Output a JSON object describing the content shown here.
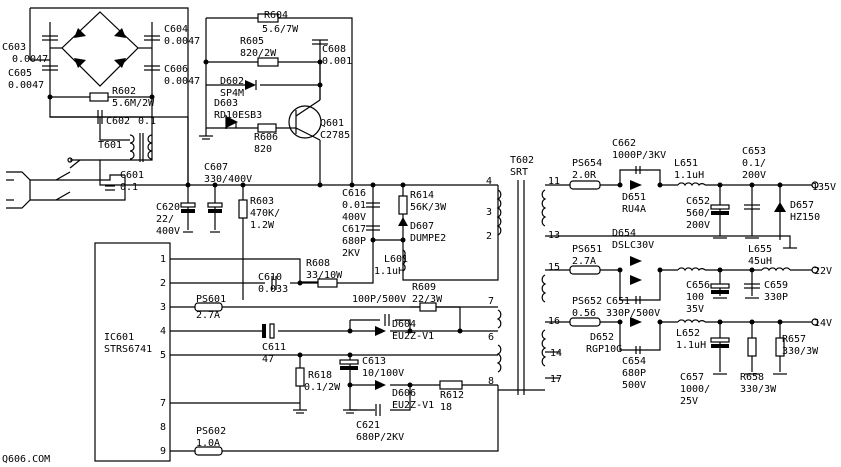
{
  "labels": {
    "C603": "C603",
    "C603v": "0.0047",
    "C605": "C605",
    "C605v": "0.0047",
    "C604": "C604",
    "C604v": "0.0047",
    "C606": "C606",
    "C606v": "0.0047",
    "R604": "R604",
    "R604v": "5.6/7W",
    "R605": "R605",
    "R605v": "820/2W",
    "C608": "C608",
    "C608v": "0.001",
    "D602": "D602",
    "D602v": "SP4M",
    "D603": "D603",
    "D603v": "RD10ESB3",
    "R606": "R606",
    "R606v": "820",
    "Q601": "Q601",
    "Q601v": "C2785",
    "R602": "R602",
    "R602v": "5.6M/2W",
    "C602": "C602",
    "C602v": "0.1",
    "T601": "T601",
    "C601": "C601",
    "C601v": "0.1",
    "C607": "C607",
    "C607v": "330/400V",
    "C620": "C620",
    "C620v1": "22/",
    "C620v2": "400V",
    "R603": "R603",
    "R603v1": "470K/",
    "R603v2": "1.2W",
    "C616": "C616",
    "C616v1": "0.01",
    "C616v2": "400V",
    "C617": "C617",
    "C617v1": "680P",
    "C617v2": "2KV",
    "R614": "R614",
    "R614v": "56K/3W",
    "D607": "D607",
    "D607v": "DUMPE2",
    "L601": "L601",
    "L601v": "1.1uH",
    "T602": "T602",
    "T602v": "SRT",
    "R608": "R608",
    "R608v": "33/10W",
    "C610": "C610",
    "C610v": "0.033",
    "PS601": "PS601",
    "PS601v": "2.7A",
    "C611": "C611",
    "C611v": "47",
    "C100": "100P/500V",
    "D604": "D604",
    "D604v": "EU2Z-V1",
    "R609": "R609",
    "R609v": "22/3W",
    "R618": "R618",
    "R618v": "0.1/2W",
    "C613": "C613",
    "C613v": "10/100V",
    "D606": "D606",
    "D606v": "EU2Z-V1",
    "R612": "R612",
    "R612v": "18",
    "C621": "C621",
    "C621v": "680P/2KV",
    "PS602": "PS602",
    "PS602v": "1.0A",
    "IC601": "IC601",
    "IC601v": "STRS6741",
    "PS654": "PS654",
    "PS654v": "2.0R",
    "C662": "C662",
    "C662v": "1000P/3KV",
    "D651": "D651",
    "D651v": "RU4A",
    "L651": "L651",
    "L651v": "1.1uH",
    "C652": "C652",
    "C652v1": "560/",
    "C652v2": "200V",
    "C653": "C653",
    "C653v1": "0.1/",
    "C653v2": "200V",
    "D657": "D657",
    "D657v": "HZ150",
    "L655": "L655",
    "L655v": "45uH",
    "V135": "135V",
    "PS651": "PS651",
    "PS651v": "2.7A",
    "D654": "D654",
    "D654v": "DSLC30V",
    "C651": "C651",
    "C651v": "330P/500V",
    "C656": "C656",
    "C656v1": "100",
    "C656v2": "35V",
    "C659": "C659",
    "C659v": "330P",
    "V22": "22V",
    "PS652": "PS652",
    "PS652v": "0.56",
    "D652": "D652",
    "D652v": "RGP10G",
    "C654": "C654",
    "C654v1": "680P",
    "C654v2": "500V",
    "L652": "L652",
    "L652v": "1.1uH",
    "C657": "C657",
    "C657v1": "1000/",
    "C657v2": "25V",
    "R658": "R658",
    "R658v": "330/3W",
    "R657": "R657",
    "R657v": "330/3W",
    "V14": "14V",
    "watermark": "Q606.COM",
    "pins": [
      "1",
      "2",
      "3",
      "4",
      "5",
      "7",
      "8",
      "9"
    ],
    "tpins": {
      "p4": "4",
      "p3": "3",
      "p2": "2",
      "p7": "7",
      "p6": "6",
      "p8": "8",
      "p11": "11",
      "p13": "13",
      "p15": "15",
      "p16": "16",
      "p14": "14",
      "p17": "17"
    }
  }
}
